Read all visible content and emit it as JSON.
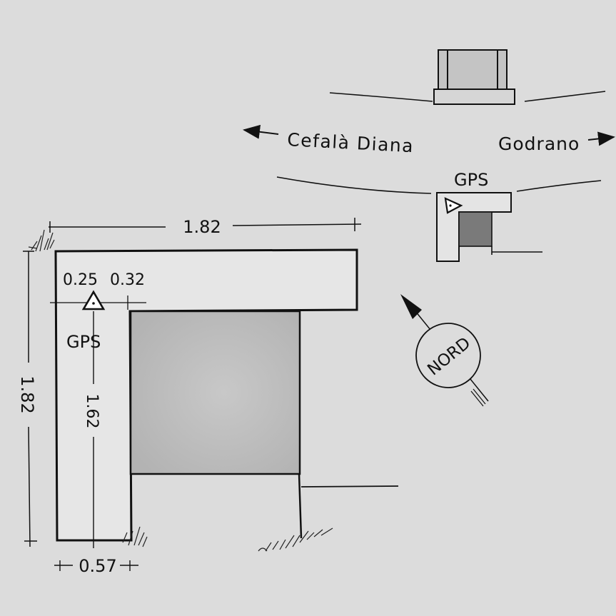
{
  "road": {
    "left_town": "Cefalà Diana",
    "right_town": "Godrano"
  },
  "inset": {
    "gps_label": "GPS"
  },
  "main": {
    "gps_label": "GPS",
    "dim_top_width": "1.82",
    "dim_left_height": "1.82",
    "dim_gps_x": "0.25",
    "dim_gps_y": "0.32",
    "dim_inner_length": "1.62",
    "dim_bottom_width": "0.57"
  },
  "north": {
    "label": "NORD"
  },
  "colors": {
    "background": "#dcdcdc",
    "concrete": "#e4e4e4",
    "dark_box": "#b9b9b9",
    "ink": "#111111"
  }
}
